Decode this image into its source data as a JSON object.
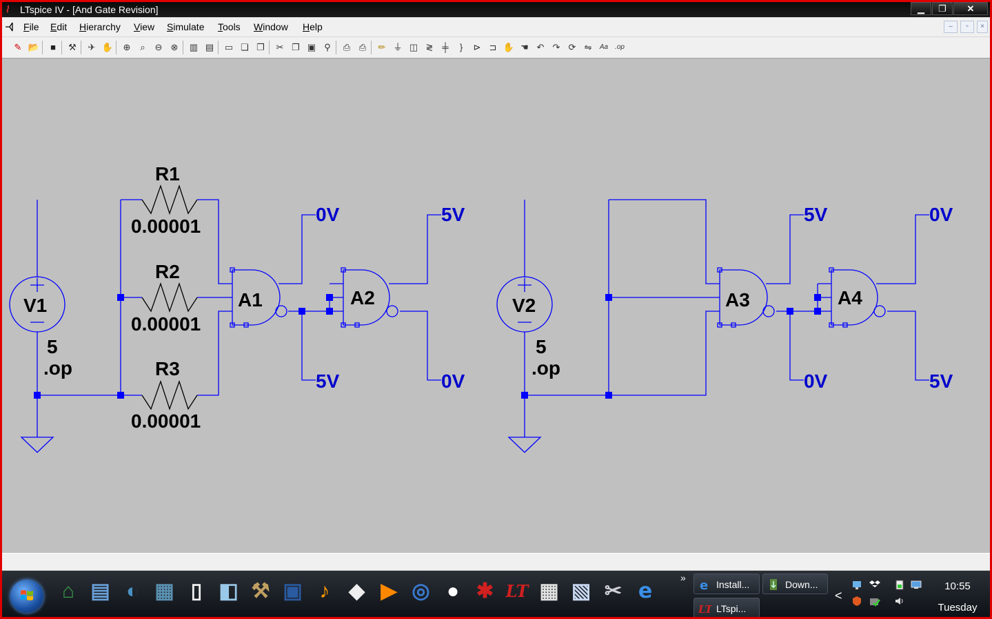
{
  "window": {
    "title": "LTspice IV - [And Gate Revision]",
    "controls": {
      "minimize": "▁",
      "restore": "❐",
      "close": "✕"
    },
    "mdi_controls": {
      "minimize": "–",
      "restore": "▫",
      "close": "×"
    }
  },
  "menu": [
    {
      "label": "File"
    },
    {
      "label": "Edit"
    },
    {
      "label": "Hierarchy"
    },
    {
      "label": "View"
    },
    {
      "label": "Simulate"
    },
    {
      "label": "Tools"
    },
    {
      "label": "Window"
    },
    {
      "label": "Help"
    }
  ],
  "toolbar": {
    "groups": [
      [
        "new-schematic-icon",
        "open-icon"
      ],
      [
        "save-icon"
      ],
      [
        "control-panel-icon"
      ],
      [
        "run-icon",
        "halt-icon"
      ],
      [
        "zoom-in-icon",
        "zoom-pan-icon",
        "zoom-out-icon",
        "zoom-fit-icon"
      ],
      [
        "tile-vertical-icon",
        "tile-horizontal-icon"
      ],
      [
        "cascade-icon",
        "close-all-icon",
        "pick-visible-icon"
      ],
      [
        "cut-icon",
        "copy-icon",
        "paste-icon",
        "find-icon"
      ],
      [
        "print-setup-icon",
        "print-icon"
      ],
      [
        "draw-wire-icon",
        "ground-icon",
        "label-net-icon",
        "resistor-icon",
        "capacitor-icon",
        "inductor-icon",
        "diode-icon",
        "component-icon",
        "move-icon",
        "drag-icon",
        "undo-icon",
        "redo-icon",
        "rotate-icon",
        "mirror-icon",
        "text-icon",
        "spice-directive-icon"
      ]
    ]
  },
  "schematic": {
    "colors": {
      "wire": "#0000ff",
      "label": "#0000cc",
      "component": "#000000",
      "background": "#c0c0c0"
    },
    "components": [
      {
        "ref": "R1",
        "value": "0.00001"
      },
      {
        "ref": "R2",
        "value": "0.00001"
      },
      {
        "ref": "R3",
        "value": "0.00001"
      },
      {
        "ref": "V1",
        "value": "5",
        "directive": ".op"
      },
      {
        "ref": "A1"
      },
      {
        "ref": "A2"
      },
      {
        "ref": "V2",
        "value": "5",
        "directive": ".op"
      },
      {
        "ref": "A3"
      },
      {
        "ref": "A4"
      }
    ],
    "net_labels": {
      "a1_out": "0V",
      "a1_below": "5V",
      "a2_out": "5V",
      "a2_below": "0V",
      "a3_out": "5V",
      "a3_below": "0V",
      "a4_out": "0V",
      "a4_below": "5V"
    }
  },
  "taskbar": {
    "quick_launch": [
      "network-icon",
      "document-icon",
      "media-icon",
      "picture-icon",
      "blank-page-icon",
      "notepad-icon",
      "tool-icon",
      "monitor-icon",
      "audacity-icon",
      "foobar-icon",
      "vlc-icon",
      "antenna-icon",
      "panda-icon",
      "puzzle-icon",
      "ltspice-icon",
      "calculator-icon",
      "cube-icon",
      "scissors-icon",
      "ie-icon"
    ],
    "overflow": "»",
    "tasks": [
      {
        "label": "Install..."
      },
      {
        "label": "Down..."
      },
      {
        "label": "LTspi..."
      }
    ],
    "tray_chevron": "<",
    "clock": {
      "time": "10:55",
      "day": "Tuesday"
    }
  }
}
